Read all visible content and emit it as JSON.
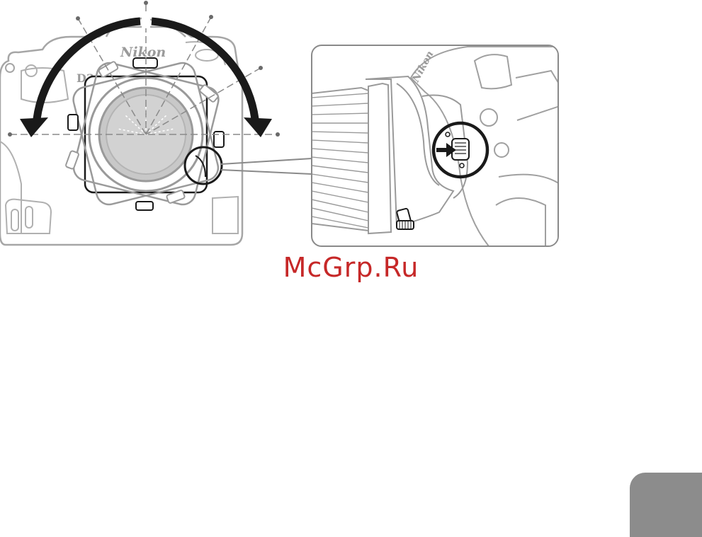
{
  "figure": {
    "camera_brand": "Nikon",
    "camera_model": "D3",
    "lens_brand": "Nikon"
  },
  "watermark": {
    "text": "McGrp.Ru"
  },
  "colors": {
    "line_gray": "#9a9a9a",
    "ink": "#1a1a1a",
    "watermark_red": "#c62828",
    "tab_gray": "#8c8c8c"
  }
}
